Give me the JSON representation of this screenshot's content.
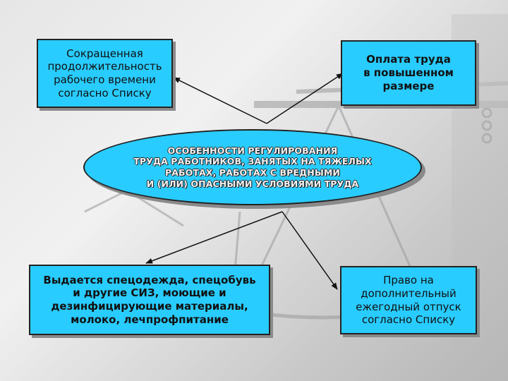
{
  "diagram": {
    "center": "ОСОБЕННОСТИ РЕГУЛИРОВАНИЯ\nТРУДА РАБОТНИКОВ, ЗАНЯТЫХ НА ТЯЖЕЛЫХ\nРАБОТАХ, РАБОТАХ С ВРЕДНЫМИ\nИ (ИЛИ) ОПАСНЫМИ УСЛОВИЯМИ ТРУДА",
    "top_left": "Сокращенная\nпродолжительность\nрабочего времени\nсогласно Списку",
    "top_right": "Оплата труда\nв повышенном\nразмере",
    "bottom_left": "Выдается спецодежда, спецобувь\nи другие СИЗ, моющие и\nдезинфицирующие материалы,\nмолоко, лечпрофпитание",
    "bottom_right": "Право на\nдополнительный\nежегодный отпуск\nсогласно Списку"
  },
  "colors": {
    "node_fill": "#29ccff",
    "node_border": "#222222",
    "background": "#e6e6e6",
    "connector": "#111111"
  },
  "background_image": "scales-of-justice-illustration"
}
